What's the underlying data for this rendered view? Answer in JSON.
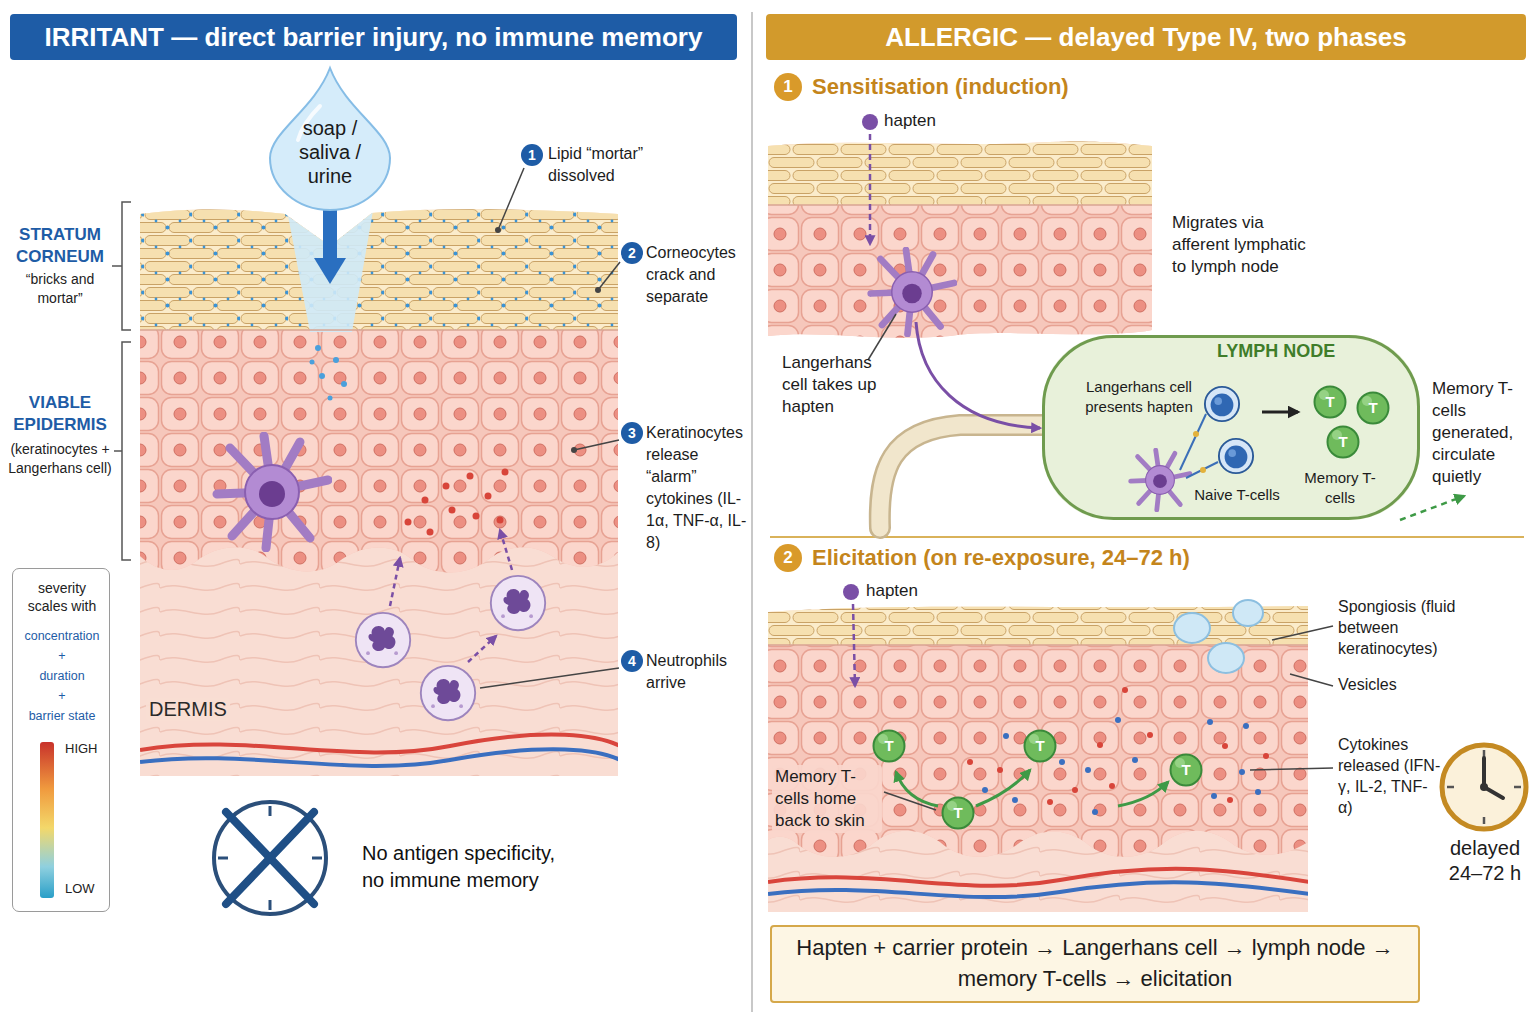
{
  "diagram": {
    "nodes": [
      {
        "text": [
          "IRRITANT — direct barrier injury, no immune memory"
        ]
      },
      {
        "text": [
          "soap / saliva / urine"
        ]
      },
      {
        "text": [
          "severity scales with",
          "concentration",
          "+",
          "duration",
          "+",
          "barrier state",
          "HIGH",
          "LOW"
        ]
      },
      {
        "text": [
          "ALLERGIC — delayed Type IV, two phases"
        ]
      },
      {
        "text": [
          "LYMPH NODE",
          "Langerhans cell presents hapten",
          "Naive T-cells",
          "Memory T-cells"
        ]
      },
      {
        "text": [
          "T"
        ],
        "in": 4
      },
      {
        "text": [
          "T"
        ],
        "in": 4
      },
      {
        "text": [
          "T"
        ],
        "in": 4
      },
      {
        "text": [
          "T"
        ]
      },
      {
        "text": [
          "T"
        ]
      },
      {
        "text": [
          "T"
        ]
      },
      {
        "text": [
          "T"
        ]
      },
      {
        "text": [
          "Hapten + carrier protein → Langerhans cell → lymph node → memory T-cells → elicitation"
        ]
      }
    ],
    "labels": [
      "STRATUM CORNEUM",
      "“bricks and mortar”",
      "VIABLE EPIDERMIS",
      "(keratinocytes + Langerhans cell)",
      "1",
      "Lipid “mortar” dissolved",
      "2",
      "Corneocytes crack and separate",
      "3",
      "Keratinocytes release “alarm” cytokines (IL-1α, TNF-α, IL-8)",
      "4",
      "Neutrophils arrive",
      "DERMIS",
      "No antigen specificity, no immune memory",
      "1",
      "Sensitisation (induction)",
      "hapten",
      "Migrates via afferent lymphatic to lymph node",
      "Langerhans cell takes up hapten",
      "Memory T-cells generated, circulate quietly",
      "2",
      "Elicitation (on re-exposure, 24–72 h)",
      "hapten",
      "Memory T-cells home back to skin",
      "Spongiosis (fluid between keratinocytes)",
      "Vesicles",
      "Cytokines released (IFN-γ, IL-2, TNF-α)",
      "delayed 24–72 h"
    ]
  }
}
